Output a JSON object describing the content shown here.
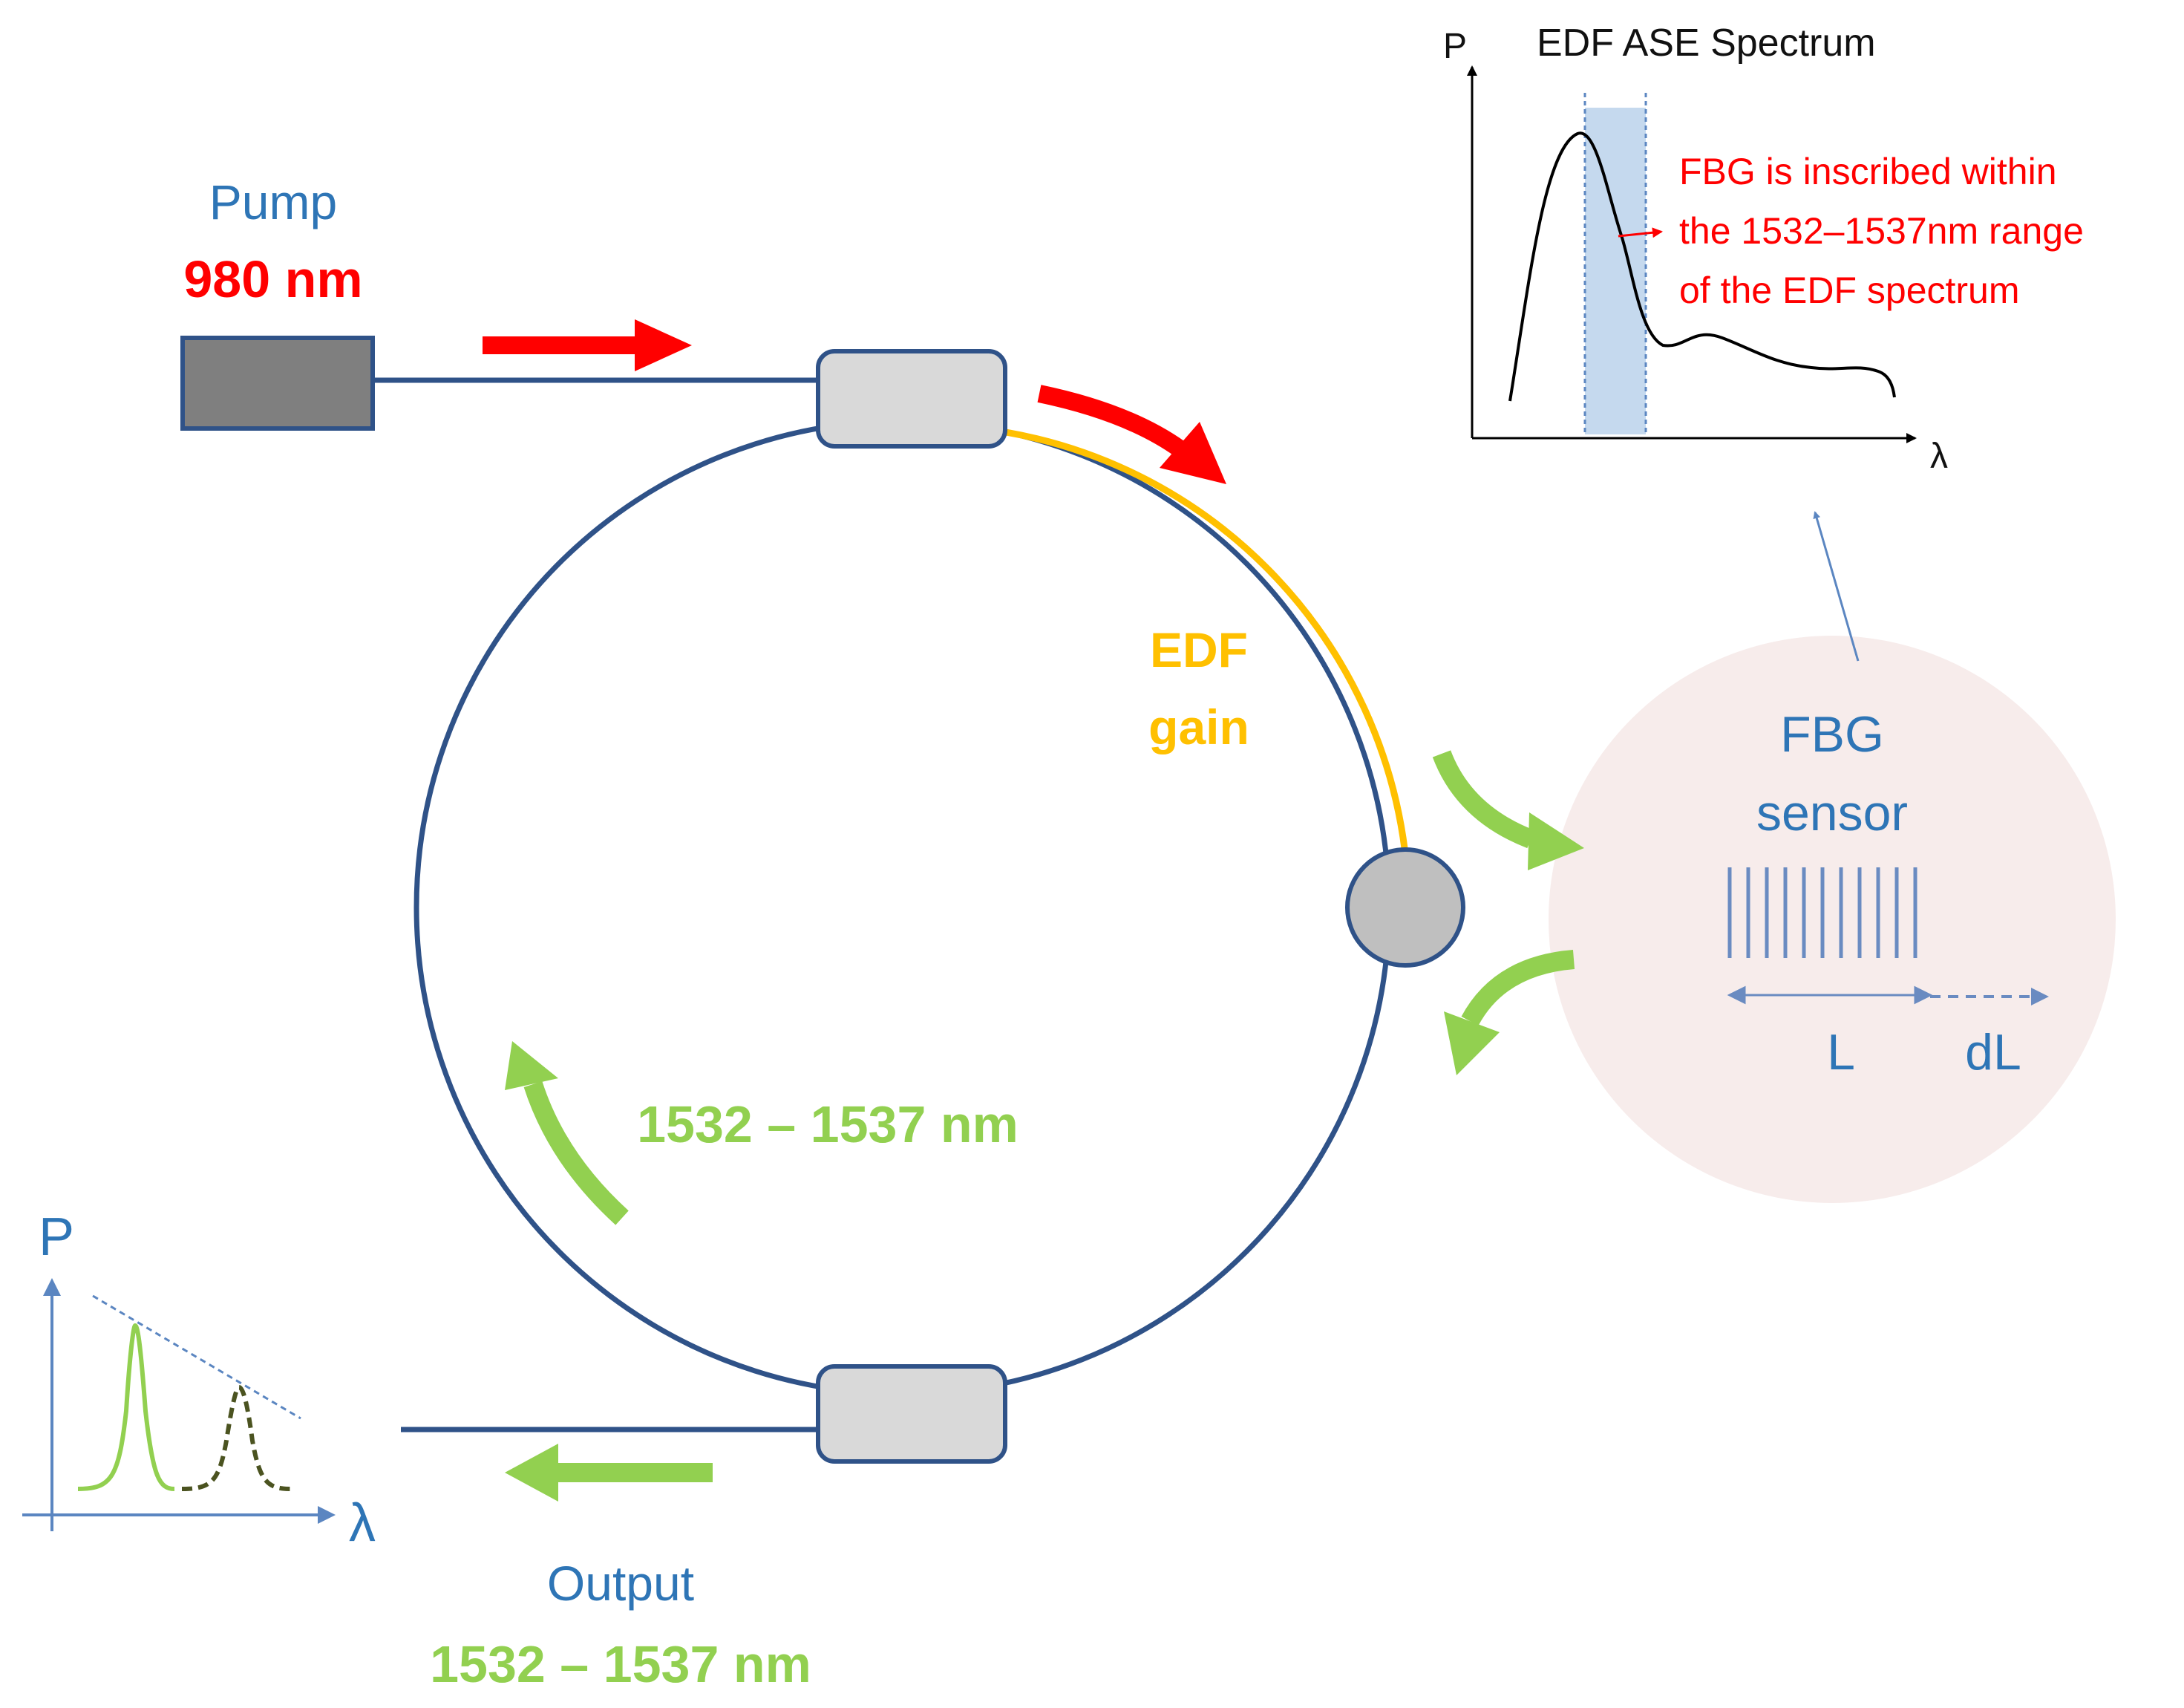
{
  "colors": {
    "fiber": "#2f5288",
    "gain_fiber": "#ffc000",
    "pump_arrow": "#ff0000",
    "signal_arrow": "#92d050",
    "text_blue": "#2e75b6",
    "text_red": "#ff0000",
    "text_green": "#92d050",
    "coupler_fill": "#d9d9d9",
    "pump_fill": "#7f7f7f",
    "sensor_bg": "#f7eceb",
    "band_fill": "#c5d9ee"
  },
  "pump": {
    "label": "Pump",
    "wavelength": "980 nm"
  },
  "gain": {
    "line1": "EDF",
    "line2": "gain"
  },
  "loop": {
    "signal_label": "1532 – 1537 nm"
  },
  "output": {
    "label": "Output",
    "wavelength": "1532 – 1537 nm"
  },
  "sensor": {
    "line1": "FBG",
    "line2": "sensor",
    "length_label": "L",
    "delta_label": "dL"
  },
  "ase_chart": {
    "title": "EDF ASE Spectrum",
    "y_axis": "P",
    "x_axis": "λ",
    "annotation": [
      "FBG is inscribed within",
      "the 1532–1537nm range",
      "of the EDF spectrum"
    ]
  },
  "output_chart": {
    "y_axis": "P",
    "x_axis": "λ"
  }
}
